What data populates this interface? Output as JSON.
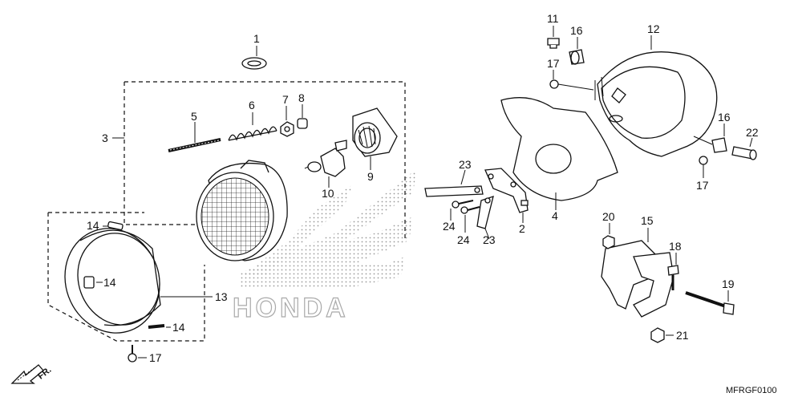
{
  "callouts": [
    {
      "id": "c1",
      "label": "1"
    },
    {
      "id": "c2",
      "label": "2"
    },
    {
      "id": "c3",
      "label": "3"
    },
    {
      "id": "c4",
      "label": "4"
    },
    {
      "id": "c5",
      "label": "5"
    },
    {
      "id": "c6",
      "label": "6"
    },
    {
      "id": "c7",
      "label": "7"
    },
    {
      "id": "c8",
      "label": "8"
    },
    {
      "id": "c9",
      "label": "9"
    },
    {
      "id": "c10",
      "label": "10"
    },
    {
      "id": "c11",
      "label": "11"
    },
    {
      "id": "c12",
      "label": "12"
    },
    {
      "id": "c13",
      "label": "13"
    },
    {
      "id": "c14a",
      "label": "14"
    },
    {
      "id": "c14b",
      "label": "14"
    },
    {
      "id": "c14c",
      "label": "14"
    },
    {
      "id": "c15",
      "label": "15"
    },
    {
      "id": "c16a",
      "label": "16"
    },
    {
      "id": "c16b",
      "label": "16"
    },
    {
      "id": "c17a",
      "label": "17"
    },
    {
      "id": "c17b",
      "label": "17"
    },
    {
      "id": "c17c",
      "label": "17"
    },
    {
      "id": "c18",
      "label": "18"
    },
    {
      "id": "c19",
      "label": "19"
    },
    {
      "id": "c20",
      "label": "20"
    },
    {
      "id": "c21",
      "label": "21"
    },
    {
      "id": "c22",
      "label": "22"
    },
    {
      "id": "c23a",
      "label": "23"
    },
    {
      "id": "c23b",
      "label": "23"
    },
    {
      "id": "c24a",
      "label": "24"
    },
    {
      "id": "c24b",
      "label": "24"
    }
  ],
  "watermark": "HONDA",
  "diagram_code": "MFRGF0100",
  "direction_label": "FR."
}
